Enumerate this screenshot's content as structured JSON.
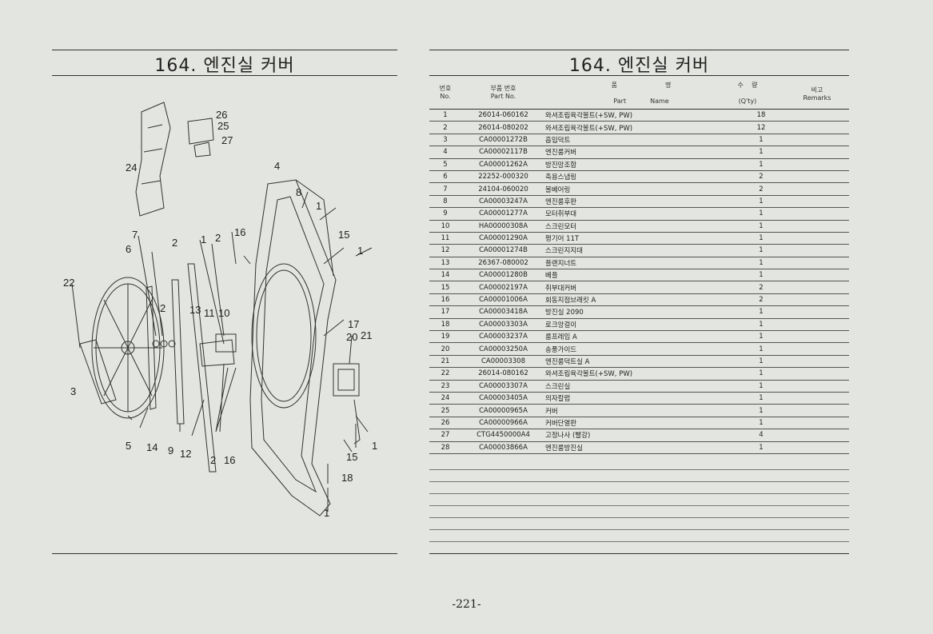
{
  "left": {
    "title": "164. 엔진실 커버"
  },
  "right": {
    "title": "164. 엔진실 커버"
  },
  "header": {
    "no_ko": "번호",
    "no_en": "No.",
    "part_ko": "부품 번호",
    "part_en": "Part No.",
    "name_ko1": "품",
    "name_ko2": "명",
    "name_en1": "Part",
    "name_en2": "Name",
    "qty_ko1": "수",
    "qty_ko2": "량",
    "qty_en": "(Q'ty)",
    "remarks_ko": "비고",
    "remarks_en": "Remarks"
  },
  "parts": [
    {
      "no": "1",
      "part": "26014-060162",
      "name": "와셔조립육각볼트(+SW, PW)",
      "qty": "18"
    },
    {
      "no": "2",
      "part": "26014-080202",
      "name": "와셔조립육각볼트(+SW, PW)",
      "qty": "12"
    },
    {
      "no": "3",
      "part": "CA00001272B",
      "name": "흡입덕트",
      "qty": "1"
    },
    {
      "no": "4",
      "part": "CA00002117B",
      "name": "엔진룸커버",
      "qty": "1"
    },
    {
      "no": "5",
      "part": "CA00001262A",
      "name": "방진망조합",
      "qty": "1"
    },
    {
      "no": "6",
      "part": "22252-000320",
      "name": "축용스냅링",
      "qty": "2"
    },
    {
      "no": "7",
      "part": "24104-060020",
      "name": "볼베어링",
      "qty": "2"
    },
    {
      "no": "8",
      "part": "CA00003247A",
      "name": "엔진룸후판",
      "qty": "1"
    },
    {
      "no": "9",
      "part": "CA00001277A",
      "name": "모터취부대",
      "qty": "1"
    },
    {
      "no": "10",
      "part": "HA00000308A",
      "name": "스크린모터",
      "qty": "1"
    },
    {
      "no": "11",
      "part": "CA00001290A",
      "name": "평기어 11T",
      "qty": "1"
    },
    {
      "no": "12",
      "part": "CA00001274B",
      "name": "스크린지지대",
      "qty": "1"
    },
    {
      "no": "13",
      "part": "26367-080002",
      "name": "플랜지너트",
      "qty": "1"
    },
    {
      "no": "14",
      "part": "CA00001280B",
      "name": "베플",
      "qty": "1"
    },
    {
      "no": "15",
      "part": "CA00002197A",
      "name": "취부대커버",
      "qty": "2"
    },
    {
      "no": "16",
      "part": "CA00001006A",
      "name": "회동지점브래킷 A",
      "qty": "2"
    },
    {
      "no": "17",
      "part": "CA00003418A",
      "name": "방진실 2090",
      "qty": "1"
    },
    {
      "no": "18",
      "part": "CA00003303A",
      "name": "로크앙걸이",
      "qty": "1"
    },
    {
      "no": "19",
      "part": "CA00003237A",
      "name": "룸프레임 A",
      "qty": "1"
    },
    {
      "no": "20",
      "part": "CA00003250A",
      "name": "송풍가이드",
      "qty": "1"
    },
    {
      "no": "21",
      "part": "CA00003308",
      "name": "엔진룸덕트실 A",
      "qty": "1"
    },
    {
      "no": "22",
      "part": "26014-080162",
      "name": "와셔조립육각볼트(+SW, PW)",
      "qty": "1"
    },
    {
      "no": "23",
      "part": "CA00003307A",
      "name": "스크린실",
      "qty": "1"
    },
    {
      "no": "24",
      "part": "CA00003405A",
      "name": "의자칼럼",
      "qty": "1"
    },
    {
      "no": "25",
      "part": "CA00000965A",
      "name": "커버",
      "qty": "1"
    },
    {
      "no": "26",
      "part": "CA00000966A",
      "name": "커버단열판",
      "qty": "1"
    },
    {
      "no": "27",
      "part": "CTG4450000A4",
      "name": "고정나사 (빨강)",
      "qty": "4"
    },
    {
      "no": "28",
      "part": "CA00003866A",
      "name": "엔진룸방진실",
      "qty": "1"
    }
  ],
  "callouts": [
    "26",
    "25",
    "27",
    "24",
    "4",
    "8",
    "1",
    "16",
    "2",
    "15",
    "1",
    "7",
    "6",
    "2",
    "1",
    "22",
    "2",
    "13",
    "11",
    "10",
    "17",
    "20",
    "21",
    "3",
    "5",
    "14",
    "9",
    "12",
    "2",
    "16",
    "1",
    "15",
    "18",
    "1"
  ],
  "page_number": "-221-"
}
